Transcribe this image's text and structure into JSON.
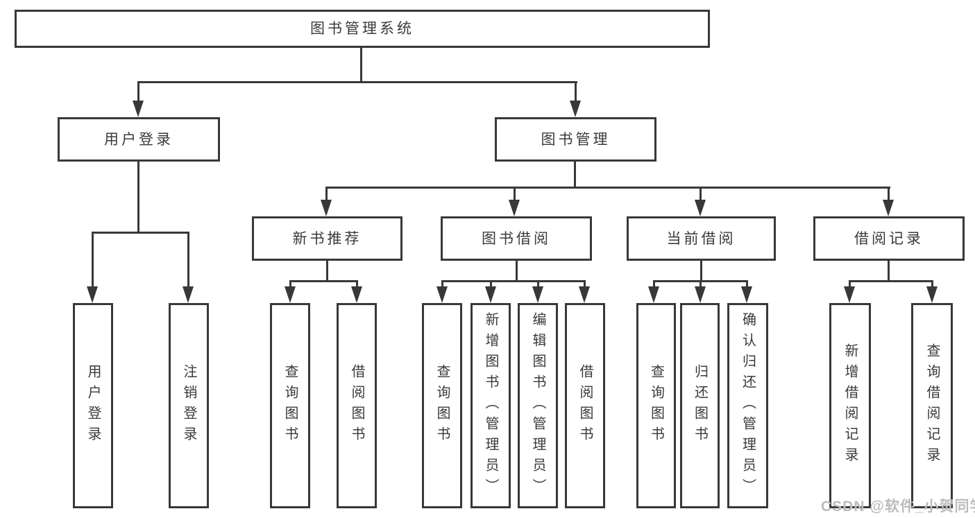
{
  "title": "图书管理系统",
  "colors": {
    "line": "#383838",
    "box_border": "#383838",
    "box_background": "#ffffff",
    "text": "#3a3a3a",
    "watermark": "#bcbcbc",
    "page_background": "#ffffff"
  },
  "watermark": {
    "text": "CSDN @软件_小贺同学"
  },
  "hierarchy": {
    "label": "图书管理系统",
    "children": [
      {
        "label": "用户登录",
        "children": [
          {
            "label": "用户登录"
          },
          {
            "label": "注销登录"
          }
        ]
      },
      {
        "label": "图书管理",
        "children": [
          {
            "label": "新书推荐",
            "children": [
              {
                "label": "查询图书"
              },
              {
                "label": "借阅图书"
              }
            ]
          },
          {
            "label": "图书借阅",
            "children": [
              {
                "label": "查询图书"
              },
              {
                "label": "新增图书（管理员）"
              },
              {
                "label": "编辑图书（管理员）"
              },
              {
                "label": "借阅图书"
              }
            ]
          },
          {
            "label": "当前借阅",
            "children": [
              {
                "label": "查询图书"
              },
              {
                "label": "归还图书"
              },
              {
                "label": "确认归还（管理员）"
              }
            ]
          },
          {
            "label": "借阅记录",
            "children": [
              {
                "label": "新增借阅记录"
              },
              {
                "label": "查询借阅记录"
              }
            ]
          }
        ]
      }
    ]
  }
}
